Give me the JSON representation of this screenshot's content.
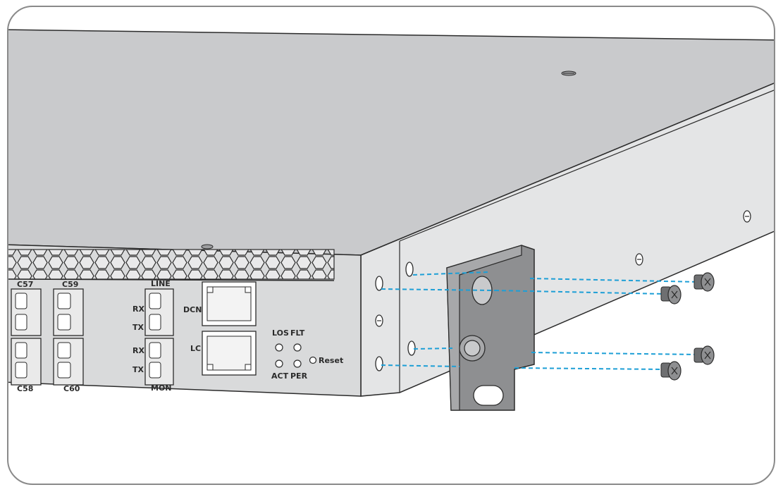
{
  "figure": {
    "colors": {
      "chassis_top": "#c7c8ca",
      "chassis_front": "#d9dadb",
      "chassis_side": "#e4e5e6",
      "bracket": "#8e8f91",
      "outline": "#2b2b2b",
      "guide_line": "#1e9fd6",
      "frame_border": "#8a8a8a"
    },
    "ports": {
      "c57": "C57",
      "c58": "C58",
      "c59": "C59",
      "c60": "C60",
      "line": "LINE",
      "mon": "MON",
      "rx": "RX",
      "tx": "TX",
      "dcn": "DCN",
      "lc": "LC"
    },
    "leds": {
      "los": "LOS",
      "flt": "FLT",
      "act": "ACT",
      "per": "PER",
      "reset": "Reset"
    }
  }
}
